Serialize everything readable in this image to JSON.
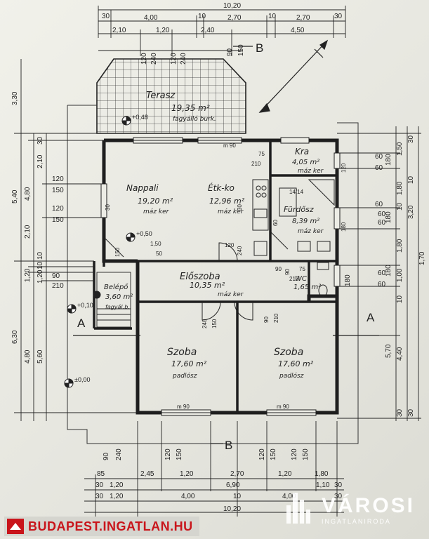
{
  "plan": {
    "rooms": [
      {
        "id": "terasz",
        "name": "Terasz",
        "area": "19,35 m²",
        "finish": "fagyálló burk."
      },
      {
        "id": "nappali",
        "name": "Nappali",
        "area": "19,20 m²",
        "finish": "máz ker"
      },
      {
        "id": "etkezo",
        "name": "Étk-ko",
        "area": "12,96 m²",
        "finish": "máz ker"
      },
      {
        "id": "kamra",
        "name": "Kra",
        "area": "4,05 m²",
        "finish": "máz ker"
      },
      {
        "id": "furdo",
        "name": "Fürdősz",
        "area": "8,39 m²",
        "finish": "máz ker"
      },
      {
        "id": "eloszoba",
        "name": "Előszoba",
        "area": "10,35 m²",
        "finish": "máz ker"
      },
      {
        "id": "wc",
        "name": "WC",
        "area": "1,65 m²",
        "finish": ""
      },
      {
        "id": "belepo",
        "name": "Belépő",
        "area": "3,60 m²",
        "finish": "fagyál.b."
      },
      {
        "id": "szoba1",
        "name": "Szoba",
        "area": "17,60 m²",
        "finish": "padlósz"
      },
      {
        "id": "szoba2",
        "name": "Szoba",
        "area": "17,60 m²",
        "finish": "padlósz"
      }
    ],
    "levels": [
      "+0,48",
      "+0,50",
      "+0,10",
      "±0,00"
    ],
    "sections": [
      "A",
      "A",
      "B",
      "B"
    ],
    "top_dims": {
      "overall": "10,20",
      "row1": [
        "30",
        "4,00",
        "10",
        "2,70",
        "10",
        "2,70",
        "30"
      ],
      "row2": [
        "2,10",
        "1,20",
        "2,40",
        "4,50"
      ],
      "row3": [
        "120",
        "240",
        "120",
        "240",
        "90",
        "150"
      ]
    },
    "bottom_dims": {
      "row1": [
        "90",
        "240",
        "120",
        "150",
        "120",
        "150",
        "120",
        "150"
      ],
      "row2": [
        "85",
        "2,45",
        "1,20",
        "2,70",
        "1,20",
        "1,80"
      ],
      "row3": [
        "30",
        "1,20",
        "6,90",
        "1,10",
        "30"
      ],
      "row4": [
        "30",
        "1,20",
        "4,00",
        "10",
        "4,00",
        "30"
      ],
      "overall": "10,20"
    },
    "left_dims": {
      "outer": [
        "3,30",
        "5,40",
        "6,30"
      ],
      "col2": [
        "4,80",
        "2,10",
        "1,20",
        "4,80",
        "5,60"
      ],
      "col3": [
        "30",
        "2,10",
        "10",
        "1,20",
        "10"
      ],
      "rows": [
        "120",
        "150",
        "120",
        "150",
        "90",
        "210"
      ]
    },
    "right_dims": {
      "rows": [
        "60",
        "60",
        "60",
        "60",
        "60",
        "60",
        "60"
      ],
      "col1": [
        "1,50",
        "1,80",
        "10",
        "1,80",
        "1,00",
        "10",
        "5,70",
        "4,40",
        "30"
      ],
      "col2": [
        "30",
        "10",
        "3,20",
        "1,70",
        "30"
      ],
      "window_marks": [
        "180",
        "180",
        "180",
        "180"
      ]
    },
    "interior_labels": [
      "m 90",
      "75",
      "210",
      "120",
      "30",
      "30",
      "150",
      "50",
      "1,50",
      "240",
      "90",
      "90",
      "75",
      "210",
      "14/14",
      "60",
      "m 90",
      "m 90",
      "240",
      "150",
      "90",
      "210",
      "120",
      "180"
    ]
  },
  "branding": {
    "left_site": "BUDAPEST.INGATLAN.HU",
    "right_name": "VÁROSI",
    "right_sub": "INGATLANIRODA"
  },
  "colors": {
    "ink": "#1e1e1e",
    "paper": "#ecece5",
    "brand_red": "#c9151b"
  }
}
